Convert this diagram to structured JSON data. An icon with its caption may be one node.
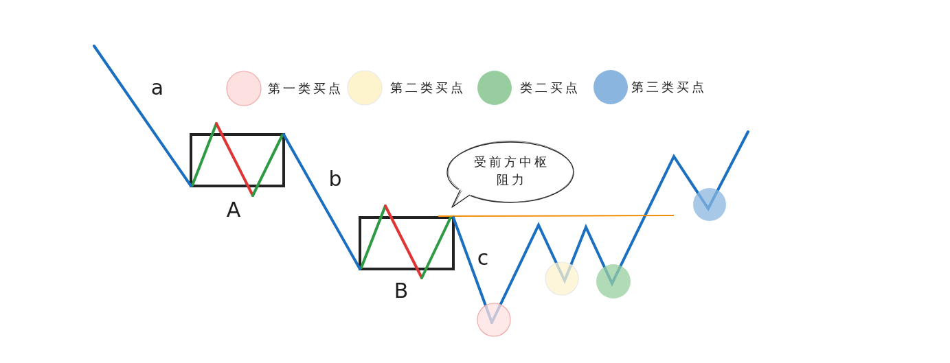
{
  "diagram": {
    "nodes": [
      {
        "text": [
          "A"
        ]
      },
      {
        "text": [
          "受前方中枢阻力"
        ]
      },
      {
        "text": [
          "B"
        ]
      }
    ],
    "edges": [
      {
        "from": null,
        "to": 0,
        "arrow": "none",
        "label": "a"
      },
      {
        "from": 0,
        "to": 2,
        "arrow": "none",
        "label": "b"
      },
      {
        "from": 2,
        "to": null,
        "arrow": "none",
        "label": "c"
      }
    ],
    "legend": [
      {
        "text": "第一类买点",
        "color": "#fde0e0"
      },
      {
        "text": "第二类买点",
        "color": "#fdf3cd"
      },
      {
        "text": "类二买点",
        "color": "#97cd9f"
      },
      {
        "text": "第三类买点",
        "color": "#8ab5df"
      }
    ]
  }
}
